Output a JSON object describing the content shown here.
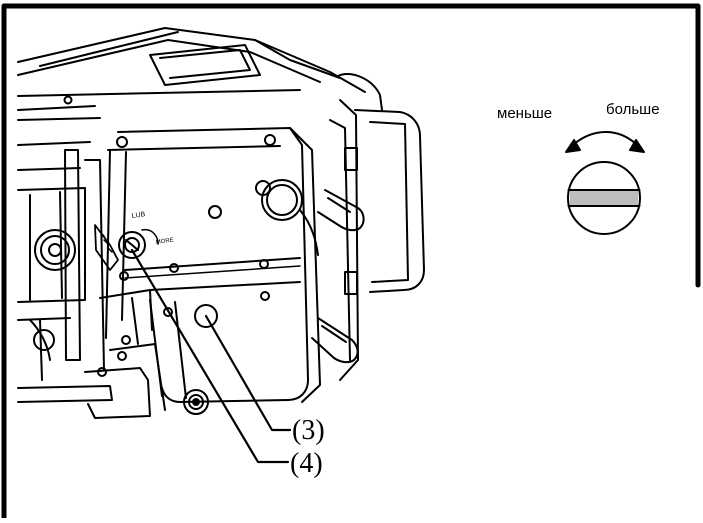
{
  "adjust_indicator": {
    "less_label": "меньше",
    "more_label": "больше",
    "icon": "screw-slot-rotation-icon"
  },
  "callouts": [
    {
      "id": "3",
      "label": "(3)"
    },
    {
      "id": "4",
      "label": "(4)"
    }
  ],
  "machine_marks": {
    "top_mark": "LUB",
    "side_mark": "MORE"
  },
  "colors": {
    "line": "#000000",
    "background": "#ffffff",
    "shade": "#bdbdbd"
  }
}
